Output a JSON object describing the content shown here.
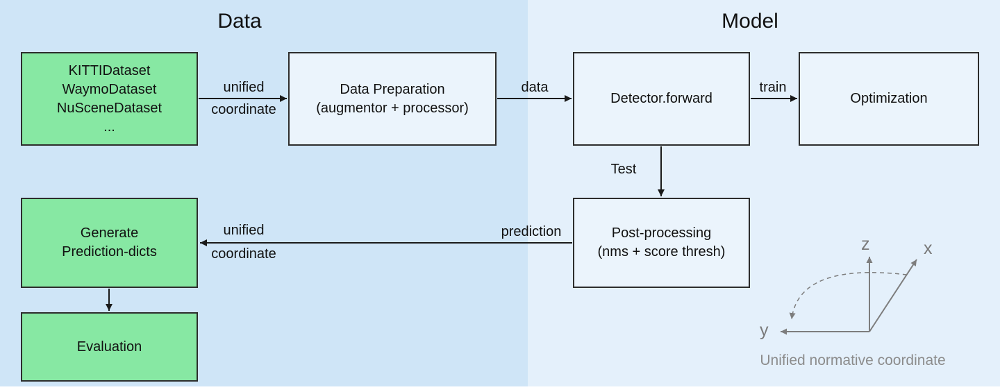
{
  "sections": {
    "data_title": "Data",
    "model_title": "Model"
  },
  "boxes": {
    "datasets": {
      "lines": [
        "KITTIDataset",
        "WaymoDataset",
        "NuSceneDataset",
        "..."
      ]
    },
    "data_preparation": {
      "lines": [
        "Data Preparation",
        "(augmentor + processor)"
      ]
    },
    "detector_forward": {
      "lines": [
        "Detector.forward"
      ]
    },
    "optimization": {
      "lines": [
        "Optimization"
      ]
    },
    "post_processing": {
      "lines": [
        "Post-processing",
        "(nms + score thresh)"
      ]
    },
    "generate_prediction_dicts": {
      "lines": [
        "Generate",
        "Prediction-dicts"
      ]
    },
    "evaluation": {
      "lines": [
        "Evaluation"
      ]
    }
  },
  "edge_labels": {
    "unified_coordinate_in": {
      "line1": "unified",
      "line2": "coordinate"
    },
    "data": "data",
    "train": "train",
    "test": "Test",
    "prediction": "prediction",
    "unified_coordinate_out": {
      "line1": "unified",
      "line2": "coordinate"
    }
  },
  "coordinate_figure": {
    "z_label": "z",
    "x_label": "x",
    "y_label": "y",
    "caption": "Unified normative coordinate"
  },
  "colors": {
    "data_section_bg": "#cfe5f7",
    "model_section_bg": "#e4f0fb",
    "green_box": "#87e8a3",
    "light_box": "#ebf4fc",
    "box_border": "#2d2d2d",
    "arrow": "#1a1a1a",
    "axes_gray": "#7d7d7d"
  }
}
